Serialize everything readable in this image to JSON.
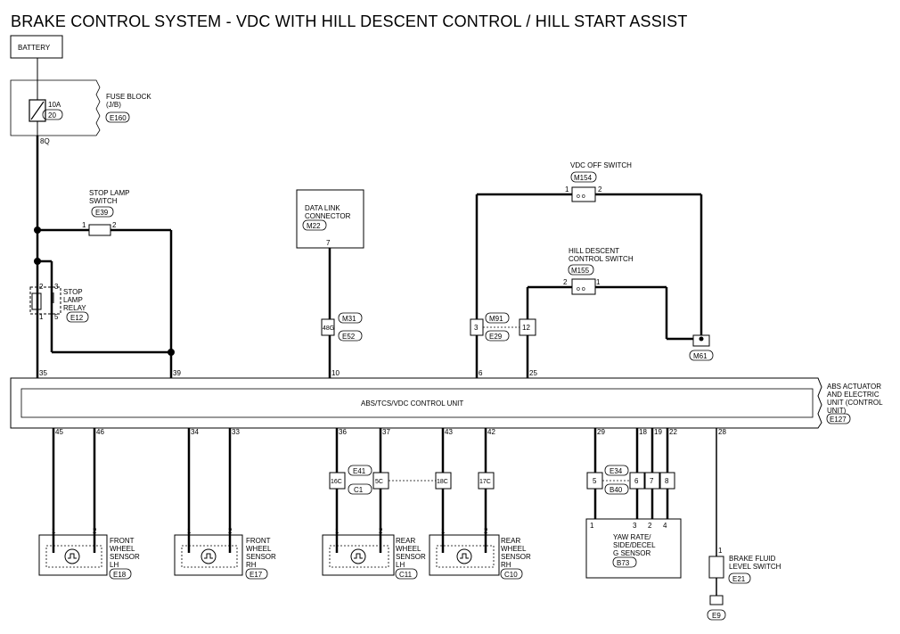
{
  "title": "BRAKE CONTROL SYSTEM - VDC WITH HILL DESCENT CONTROL / HILL START ASSIST",
  "battery": {
    "label": "BATTERY"
  },
  "fuse_block": {
    "line1": "FUSE BLOCK",
    "line2": "(J/B)",
    "connector": "E160",
    "rating": "10A",
    "fuse_no": "20",
    "pin": "8Q"
  },
  "stop_lamp_switch": {
    "line1": "STOP LAMP",
    "line2": "SWITCH",
    "connector": "E39",
    "pin_a": "1",
    "pin_b": "2"
  },
  "stop_lamp_relay": {
    "line1": "STOP",
    "line2": "LAMP",
    "line3": "RELAY",
    "connector": "E12",
    "pin_2": "2",
    "pin_3": "3",
    "pin_1": "1",
    "pin_5": "5"
  },
  "data_link": {
    "line1": "DATA LINK",
    "line2": "CONNECTOR",
    "connector": "M22",
    "pin": "7",
    "joint_pin": "48G",
    "joint_conn_a": "M31",
    "joint_conn_b": "E52"
  },
  "vdc_off_switch": {
    "label": "VDC OFF SWITCH",
    "connector": "M154",
    "pin_a": "1",
    "pin_b": "2"
  },
  "hdc_switch": {
    "line1": "HILL DESCENT",
    "line2": "CONTROL SWITCH",
    "connector": "M155",
    "pin_a": "2",
    "pin_b": "1"
  },
  "joint_m91": {
    "pin_a": "3",
    "pin_b": "12",
    "conn_a": "M91",
    "conn_b": "E29"
  },
  "ground_m61": {
    "connector": "M61"
  },
  "abs_unit": {
    "inner_label": "ABS/TCS/VDC CONTROL UNIT",
    "line1": "ABS ACTUATOR",
    "line2": "AND ELECTRIC",
    "line3": "UNIT (CONTROL",
    "line4": "UNIT)",
    "connector": "E127",
    "top_pins": [
      "35",
      "39",
      "10",
      "6",
      "25"
    ],
    "bottom_pins": [
      "45",
      "46",
      "34",
      "33",
      "36",
      "37",
      "43",
      "42",
      "29",
      "18",
      "19",
      "22",
      "28"
    ]
  },
  "front_lh": {
    "line1": "FRONT",
    "line2": "WHEEL",
    "line3": "SENSOR",
    "line4": "LH",
    "connector": "E18",
    "pin_a": "1",
    "pin_b": "2"
  },
  "front_rh": {
    "line1": "FRONT",
    "line2": "WHEEL",
    "line3": "SENSOR",
    "line4": "RH",
    "connector": "E17",
    "pin_a": "1",
    "pin_b": "2"
  },
  "rear_lh": {
    "line1": "REAR",
    "line2": "WHEEL",
    "line3": "SENSOR",
    "line4": "LH",
    "connector": "C11",
    "pin_a": "1",
    "pin_b": "2"
  },
  "rear_rh": {
    "line1": "REAR",
    "line2": "WHEEL",
    "line3": "SENSOR",
    "line4": "RH",
    "connector": "C10",
    "pin_a": "1",
    "pin_b": "2"
  },
  "rear_joint": {
    "pins": [
      "16C",
      "5C",
      "18C",
      "17C"
    ],
    "conn_a": "E41",
    "conn_b": "C1"
  },
  "yaw_joint": {
    "pins": [
      "5",
      "6",
      "7",
      "8"
    ],
    "conn_a": "E34",
    "conn_b": "B40"
  },
  "yaw_sensor": {
    "line1": "YAW RATE/",
    "line2": "SIDE/DECEL",
    "line3": "G SENSOR",
    "connector": "B73",
    "pins": [
      "1",
      "3",
      "2",
      "4"
    ]
  },
  "brake_fluid": {
    "line1": "BRAKE FLUID",
    "line2": "LEVEL SWITCH",
    "connector": "E21",
    "pin": "1",
    "ground": "E9"
  }
}
